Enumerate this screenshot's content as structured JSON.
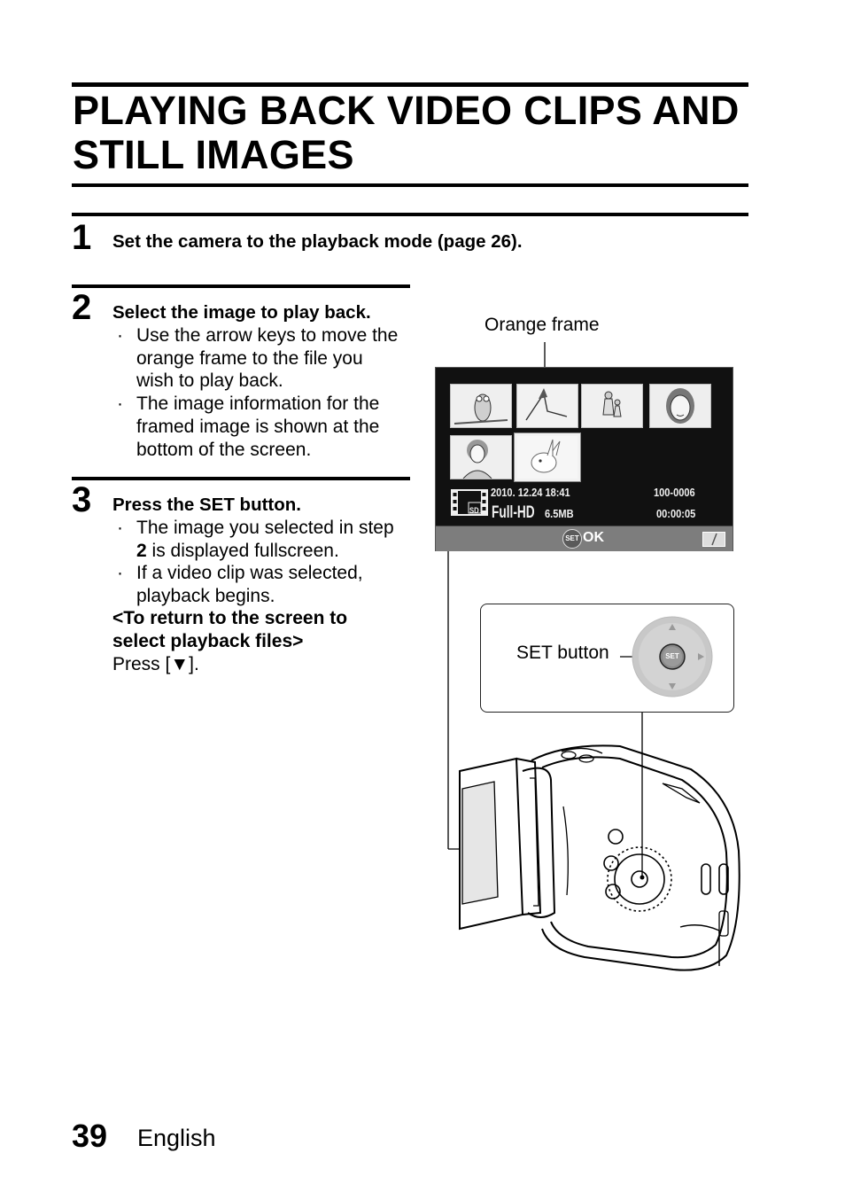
{
  "page": {
    "title": "PLAYING BACK VIDEO CLIPS AND STILL IMAGES",
    "page_number": "39",
    "language": "English"
  },
  "steps": [
    {
      "number": "1",
      "heading": "Set the camera to the playback mode (page 26)."
    },
    {
      "number": "2",
      "heading": "Select the image to play back.",
      "bullets": [
        "Use the arrow keys to move the orange frame to the file you wish to play back.",
        "The image information for the framed image is shown at the bottom of the screen."
      ]
    },
    {
      "number": "3",
      "heading": "Press the SET button.",
      "bullets": [
        {
          "before": "The image you selected in step ",
          "bold": "2",
          "after": " is displayed fullscreen."
        },
        "If a video clip was selected, playback begins."
      ],
      "subheading": "<To return to the screen to select playback files>",
      "instruction": "Press [▼]."
    }
  ],
  "figure": {
    "label_orange_frame": "Orange frame",
    "label_set_button": "SET button",
    "screen": {
      "date_time": "2010. 12.24  18:41",
      "file_number": "100-0006",
      "resolution": "Full-HD",
      "file_size": "6.5MB",
      "duration": "00:00:05",
      "ok_label": "OK",
      "set_badge": "SET",
      "sd_label": "SD"
    },
    "dial_label": "SET"
  }
}
